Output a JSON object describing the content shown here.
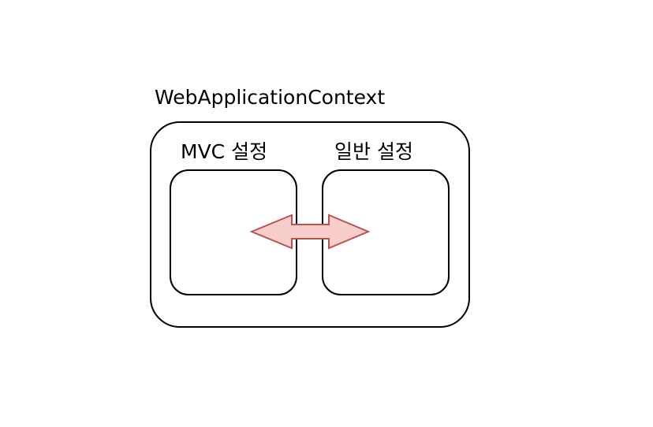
{
  "diagram": {
    "container_label": "WebApplicationContext",
    "left_box_label": "MVC 설정",
    "right_box_label": "일반 설정",
    "arrow": {
      "icon": "double-arrow-icon",
      "fill_color": "#f8cecc",
      "stroke_color": "#b85450"
    },
    "colors": {
      "stroke": "#000000",
      "background": "#ffffff"
    }
  }
}
